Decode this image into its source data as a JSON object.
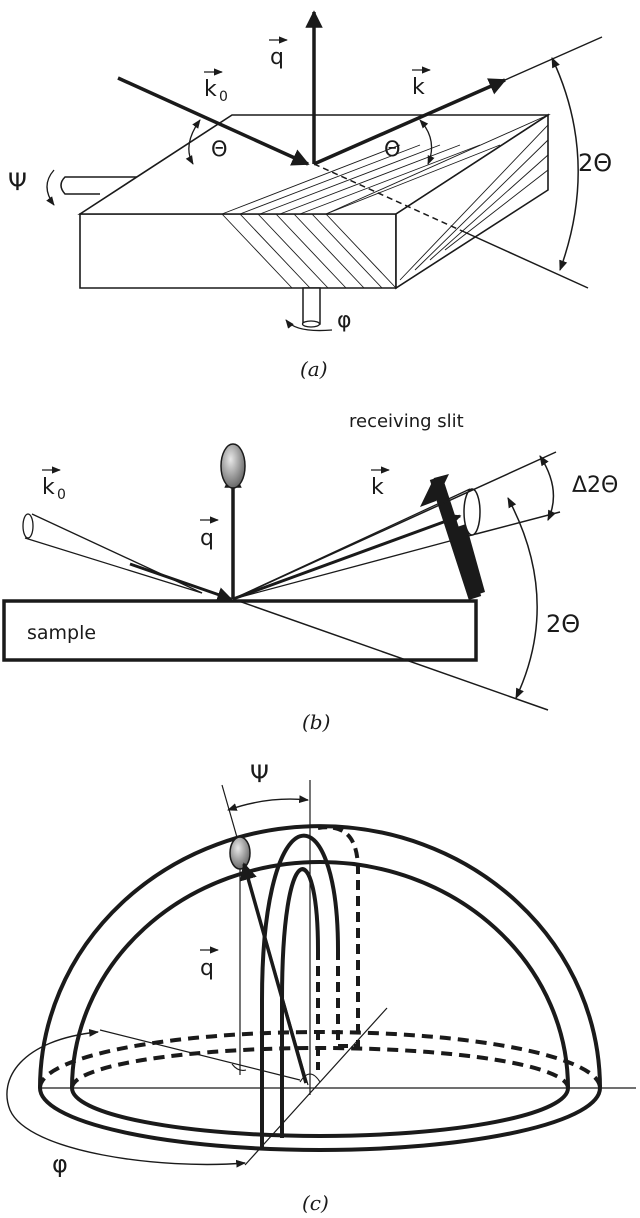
{
  "panel_a": {
    "caption": "(a)",
    "labels": {
      "q": "q",
      "k0": "k",
      "k0_sub": "0",
      "k": "k",
      "psi": "Ψ",
      "theta_left": "Θ",
      "theta_right": "Θ",
      "two_theta": "2Θ",
      "phi": "φ"
    }
  },
  "panel_b": {
    "caption": "(b)",
    "labels": {
      "receiving_slit": "receiving slit",
      "k0": "k",
      "k0_sub": "0",
      "q": "q",
      "k": "k",
      "delta_two_theta": "Δ2Θ",
      "two_theta": "2Θ",
      "sample": "sample"
    }
  },
  "panel_c": {
    "caption": "(c)",
    "labels": {
      "psi": "Ψ",
      "q": "q",
      "phi": "φ"
    }
  }
}
